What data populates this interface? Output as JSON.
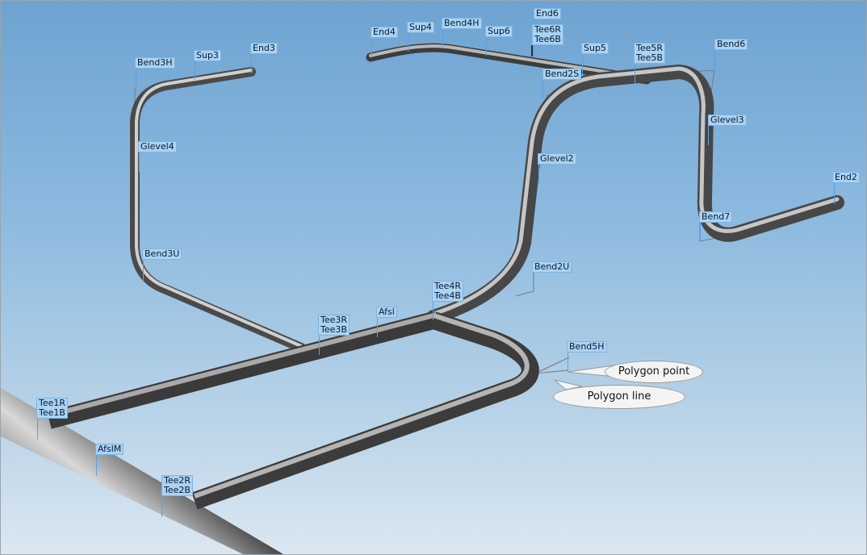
{
  "labels": {
    "end6": "End6",
    "end4": "End4",
    "sup4": "Sup4",
    "bend4h": "Bend4H",
    "sup6": "Sup6",
    "tee6": "Tee6R\nTee6B",
    "end3": "End3",
    "sup3": "Sup3",
    "bend3h": "Bend3H",
    "sup5": "Sup5",
    "tee5": "Tee5R\nTee5B",
    "bend6": "Bend6",
    "bend2s": "Bend2S",
    "glevel3": "Glevel3",
    "glevel4": "Glevel4",
    "glevel2": "Glevel2",
    "end2": "End2",
    "bend7": "Bend7",
    "bend3u": "Bend3U",
    "bend2u": "Bend2U",
    "tee4": "Tee4R\nTee4B",
    "afsl": "Afsl",
    "tee3": "Tee3R\nTee3B",
    "bend5h": "Bend5H",
    "tee1": "Tee1R\nTee1B",
    "afslm": "AfslM",
    "tee2": "Tee2R\nTee2B"
  },
  "callouts": {
    "polygon_point": "Polygon point",
    "polygon_line": "Polygon line"
  }
}
